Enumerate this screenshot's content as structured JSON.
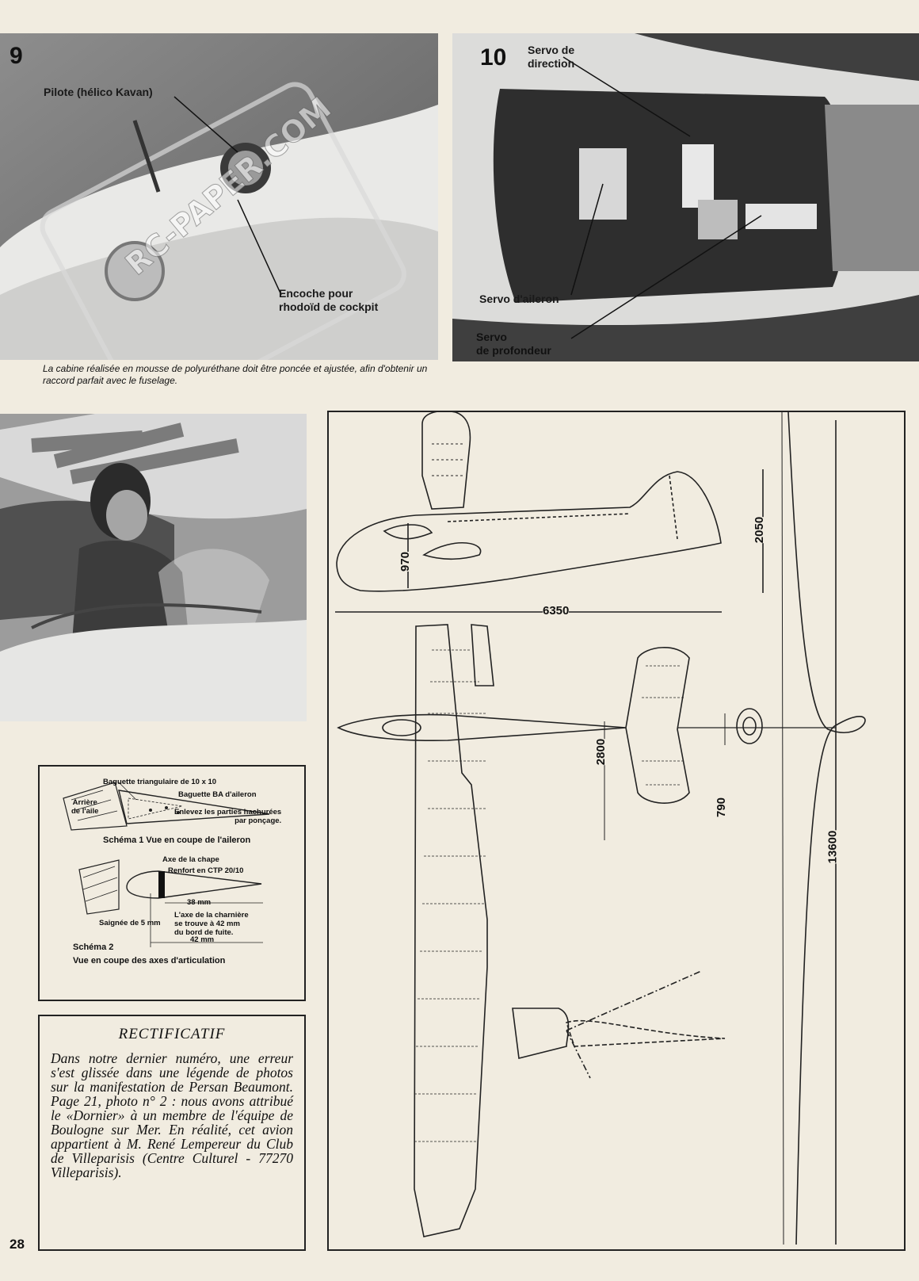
{
  "photo9": {
    "number": "9",
    "label_pilot": "Pilote (hélico Kavan)",
    "label_notch": "Encoche pour\nrhodoïd de cockpit",
    "watermark": "RC-PAPER.COM"
  },
  "photo10": {
    "number": "10",
    "label_rudder": "Servo de\ndirection",
    "label_aileron": "Servo d'aileron",
    "label_elevator": "Servo\nde profondeur"
  },
  "caption": "La cabine réalisée en mousse de polyuréthane doit être poncée et ajustée, afin d'obtenir un raccord parfait avec le fuselage.",
  "schema": {
    "s1_baguette_tri": "Baguette triangulaire de 10 x 10",
    "s1_baguette_ba": "Baguette BA d'aileron",
    "s1_arriere": "Arrière\nde l'aile",
    "s1_enlevez": "Enlevez les parties hachurées\npar ponçage.",
    "s1_title": "Schéma 1  Vue en coupe de l'aileron",
    "s2_axe": "Axe de la chape",
    "s2_renfort": "Renfort en CTP 20/10",
    "s2_38": "38 mm",
    "s2_charniere": "L'axe de la charnière\nse trouve à 42 mm\ndu bord de fuite.",
    "s2_saignee": "Saignée de 5 mm",
    "s2_42": "42 mm",
    "s2_title": "Schéma 2",
    "s2_subtitle": "Vue en coupe des axes d'articulation"
  },
  "rectificatif": {
    "title": "RECTIFICATIF",
    "body": "Dans notre dernier numéro, une erreur s'est glissée dans une légende de photos sur la manifestation de Persan Beaumont. Page 21, photo n° 2 : nous avons attribué le «Dornier» à un membre de l'équipe de Boulogne sur Mer. En réalité, cet avion appartient à M. René Lempereur du Club de Villeparisis (Centre Culturel - 77270 Villeparisis)."
  },
  "plan": {
    "dim_970": "970",
    "dim_2050": "2050",
    "dim_6350": "6350",
    "dim_2800": "2800",
    "dim_790": "790",
    "dim_13600": "13600"
  },
  "page_number": "28"
}
